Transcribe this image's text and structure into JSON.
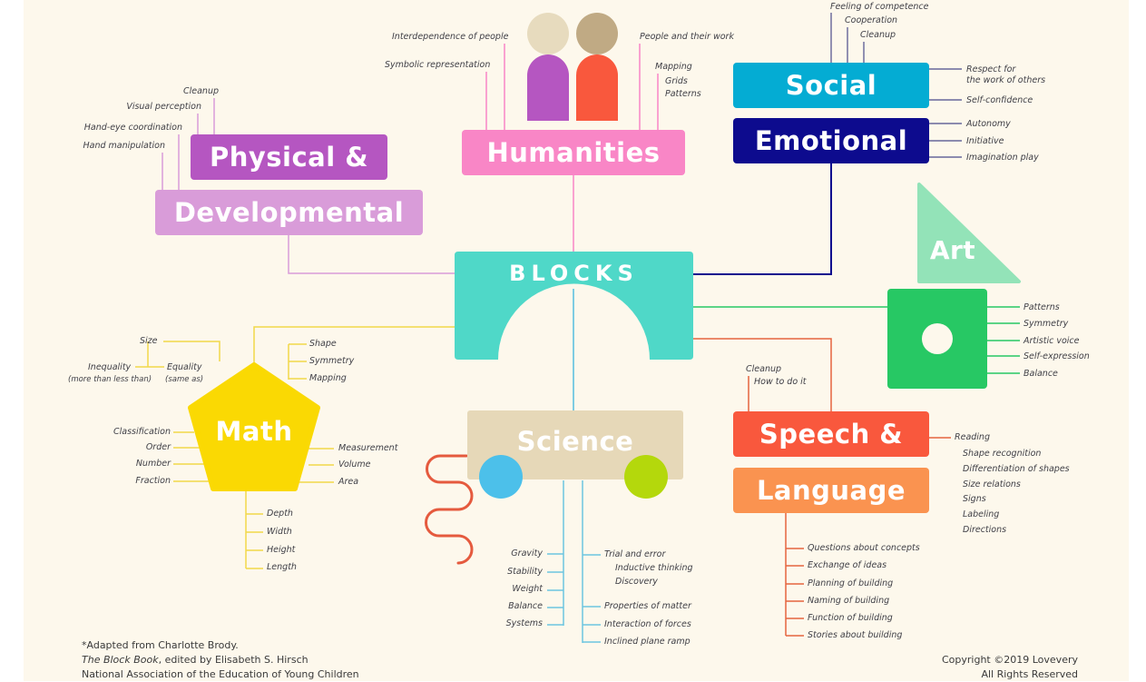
{
  "center": {
    "label": "BLOCKS",
    "color": "#4fd8c8"
  },
  "colors": {
    "background": "#fdf8ec",
    "physical_top": "#b556c1",
    "physical_bottom": "#d99cd9",
    "humanities": "#f986c6",
    "social": "#04acd3",
    "emotional": "#0d0b8e",
    "art_triangle": "#93e3b8",
    "art_square": "#27c864",
    "math": "#fad903",
    "science": "#e6d8b8",
    "science_wheel_left": "#4cc0ea",
    "science_wheel_right": "#b4d80c",
    "science_squiggle": "#e55a3e",
    "speech": "#f9583d",
    "language": "#fa9350",
    "person_left_head": "#e7dbbe",
    "person_right_head": "#c0aa84",
    "person_left_body": "#b556c1",
    "person_right_body": "#f9583d"
  },
  "physical": {
    "title_line1": "Physical &",
    "title_line2": "Developmental",
    "items": [
      "Cleanup",
      "Visual perception",
      "Hand-eye coordination",
      "Hand manipulation"
    ]
  },
  "humanities": {
    "title": "Humanities",
    "items_left": [
      "Interdependence of people",
      "Symbolic representation"
    ],
    "items_right": [
      "People and their work",
      "Mapping",
      "Grids",
      "Patterns"
    ]
  },
  "social": {
    "title": "Social",
    "items_top": [
      "Feeling of competence",
      "Cooperation",
      "Cleanup"
    ],
    "items_right": [
      "Respect for",
      "the work of others",
      "Self-confidence"
    ]
  },
  "emotional": {
    "title": "Emotional",
    "items": [
      "Autonomy",
      "Initiative",
      "Imagination play"
    ]
  },
  "art": {
    "title": "Art",
    "items": [
      "Patterns",
      "Symmetry",
      "Artistic voice",
      "Self-expression",
      "Balance"
    ]
  },
  "math": {
    "title": "Math",
    "size": "Size",
    "inequality": "Inequality",
    "inequality_note": "(more than less than)",
    "equality": "Equality",
    "equality_note": "(same as)",
    "items_top_right": [
      "Shape",
      "Symmetry",
      "Mapping"
    ],
    "items_left": [
      "Classification",
      "Order",
      "Number",
      "Fraction"
    ],
    "items_right": [
      "Measurement",
      "Volume",
      "Area"
    ],
    "items_bottom": [
      "Depth",
      "Width",
      "Height",
      "Length"
    ]
  },
  "science": {
    "title": "Science",
    "items_left": [
      "Gravity",
      "Stability",
      "Weight",
      "Balance",
      "Systems"
    ],
    "items_right": [
      "Trial and error",
      "Inductive thinking",
      "Discovery",
      "Properties of matter",
      "Interaction of forces",
      "Inclined plane ramp"
    ]
  },
  "speech": {
    "title_line1": "Speech &",
    "title_line2": "Language",
    "items_top": [
      "Cleanup",
      "How to do it"
    ],
    "items_right": [
      "Reading",
      "Shape recognition",
      "Differentiation of shapes",
      "Size relations",
      "Signs",
      "Labeling",
      "Directions"
    ],
    "items_bottom": [
      "Questions about concepts",
      "Exchange of ideas",
      "Planning of building",
      "Naming of building",
      "Function of building",
      "Stories about building"
    ]
  },
  "footer": {
    "credit_line1": "*Adapted from Charlotte Brody.",
    "credit_book": "The Block Book",
    "credit_line2_rest": ", edited by Elisabeth S. Hirsch",
    "credit_line3": "National Association of the Education of Young Children",
    "copyright": "Copyright ©2019 Lovevery",
    "rights": "All Rights Reserved"
  }
}
